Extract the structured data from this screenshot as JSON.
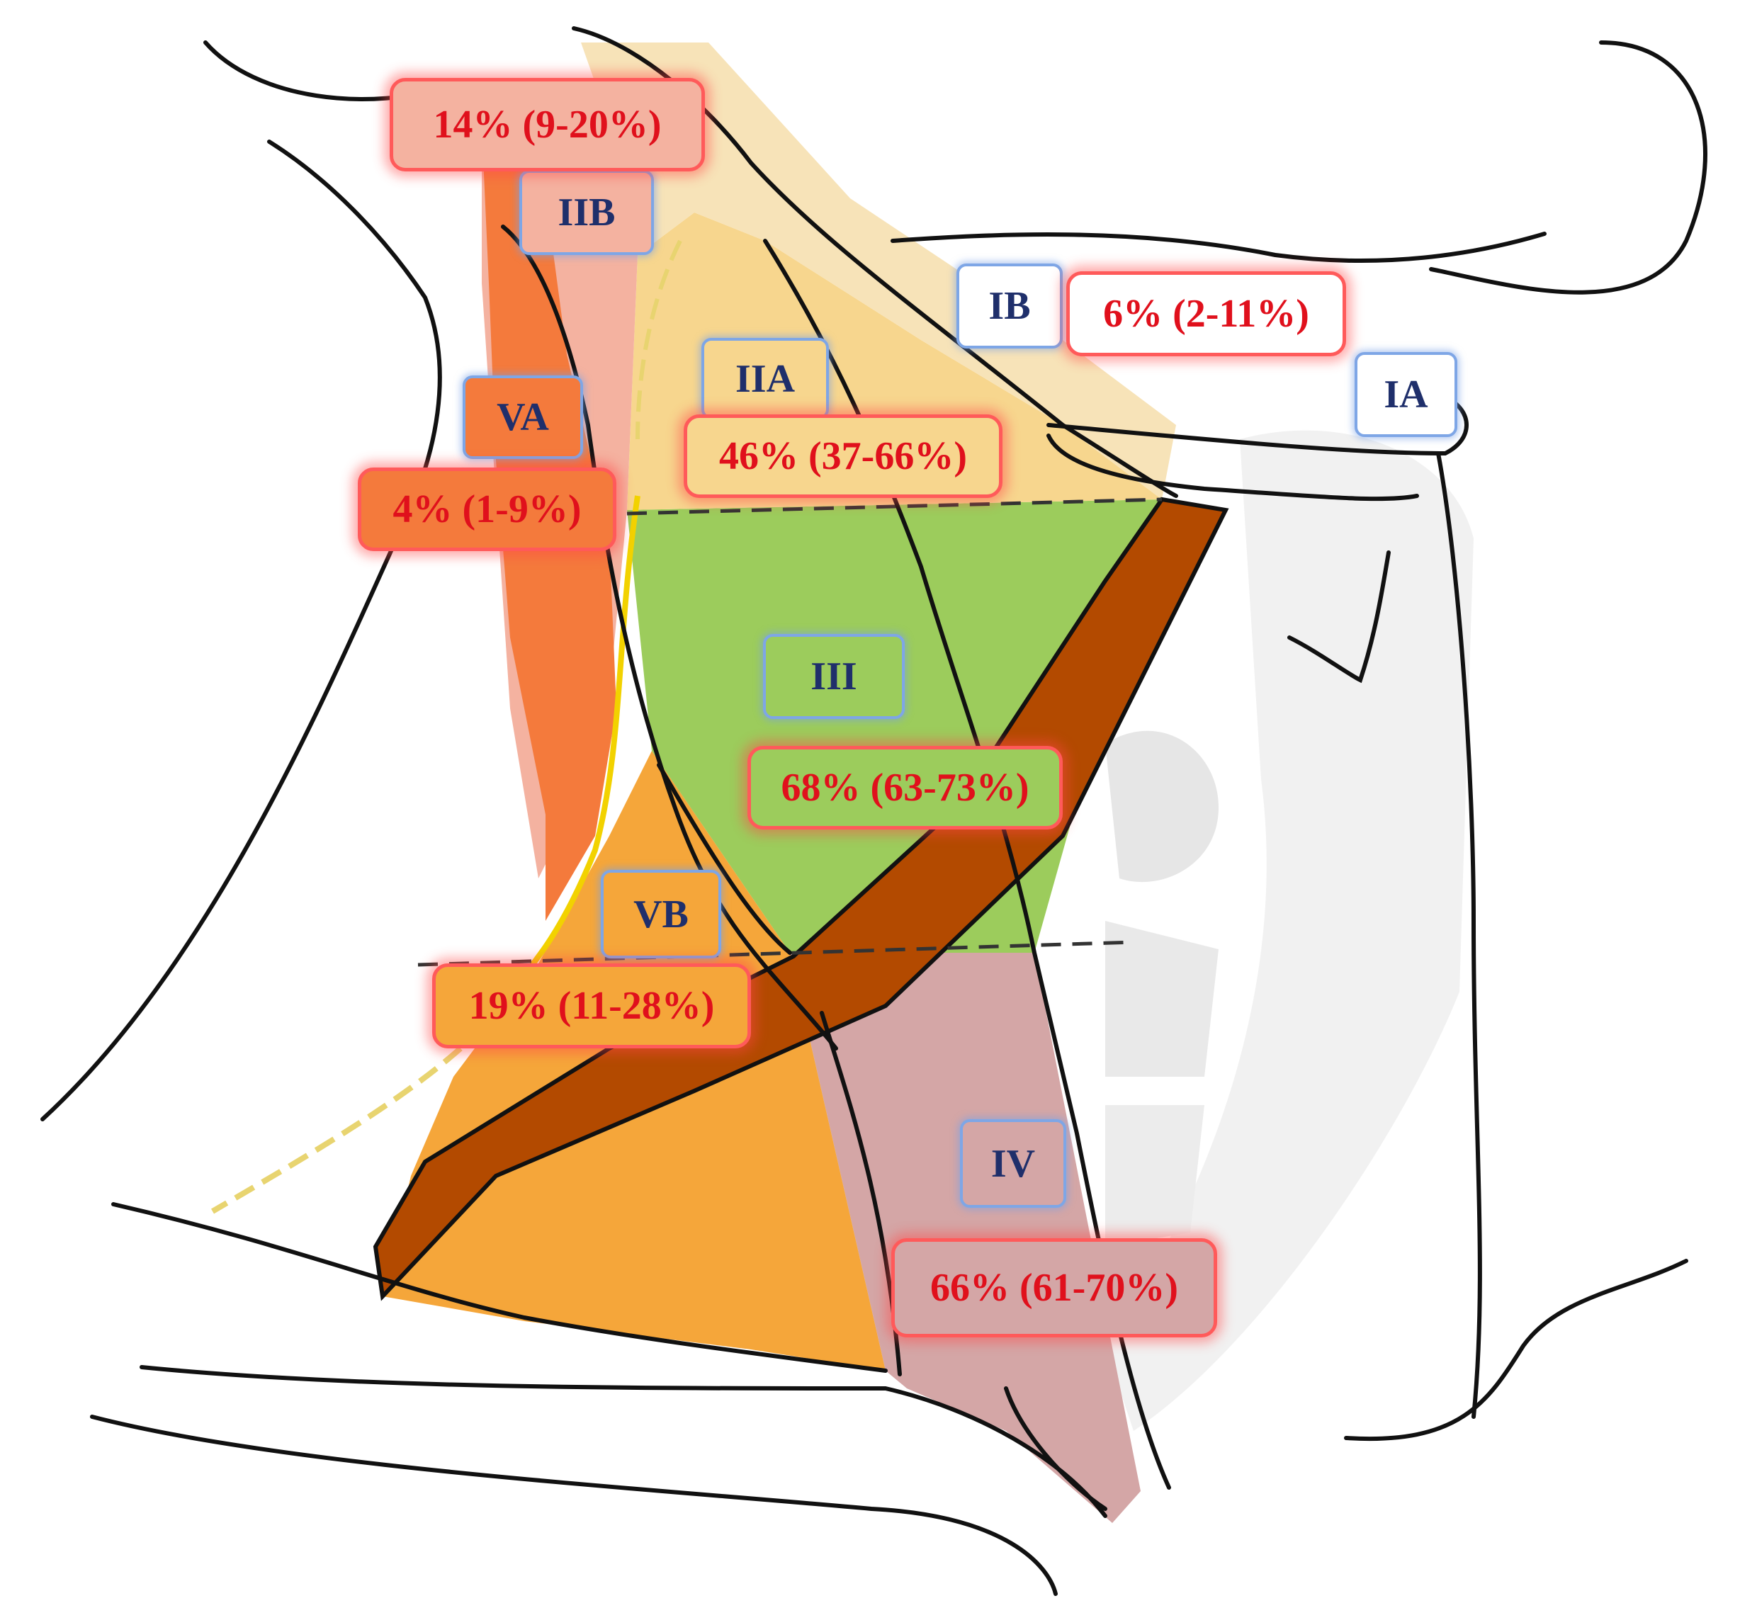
{
  "levels": {
    "IIB": "IIB",
    "IB": "IB",
    "IA": "IA",
    "IIA": "IIA",
    "VA": "VA",
    "III": "III",
    "VB": "VB",
    "IV": "IV"
  },
  "percentages": {
    "IIB": "14% (9-20%)",
    "IB": "6% (2-11%)",
    "IIA": "46% (37-66%)",
    "VA": "4% (1-9%)",
    "III": "68% (63-73%)",
    "VB": "19% (11-28%)",
    "IV": "66% (61-70%)"
  },
  "colors": {
    "level_I": "#f7e3b8",
    "level_IIA": "#f7d68e",
    "level_IIB": "#f4b2a0",
    "level_III": "#9ccc5c",
    "level_IV": "#d4a6a6",
    "level_VA": "#f47a3c",
    "level_VB": "#f5a63a",
    "sternocleidomastoid": "#b34a00",
    "label_text": "#1f2f6b",
    "percentage_text": "#e0101c"
  }
}
